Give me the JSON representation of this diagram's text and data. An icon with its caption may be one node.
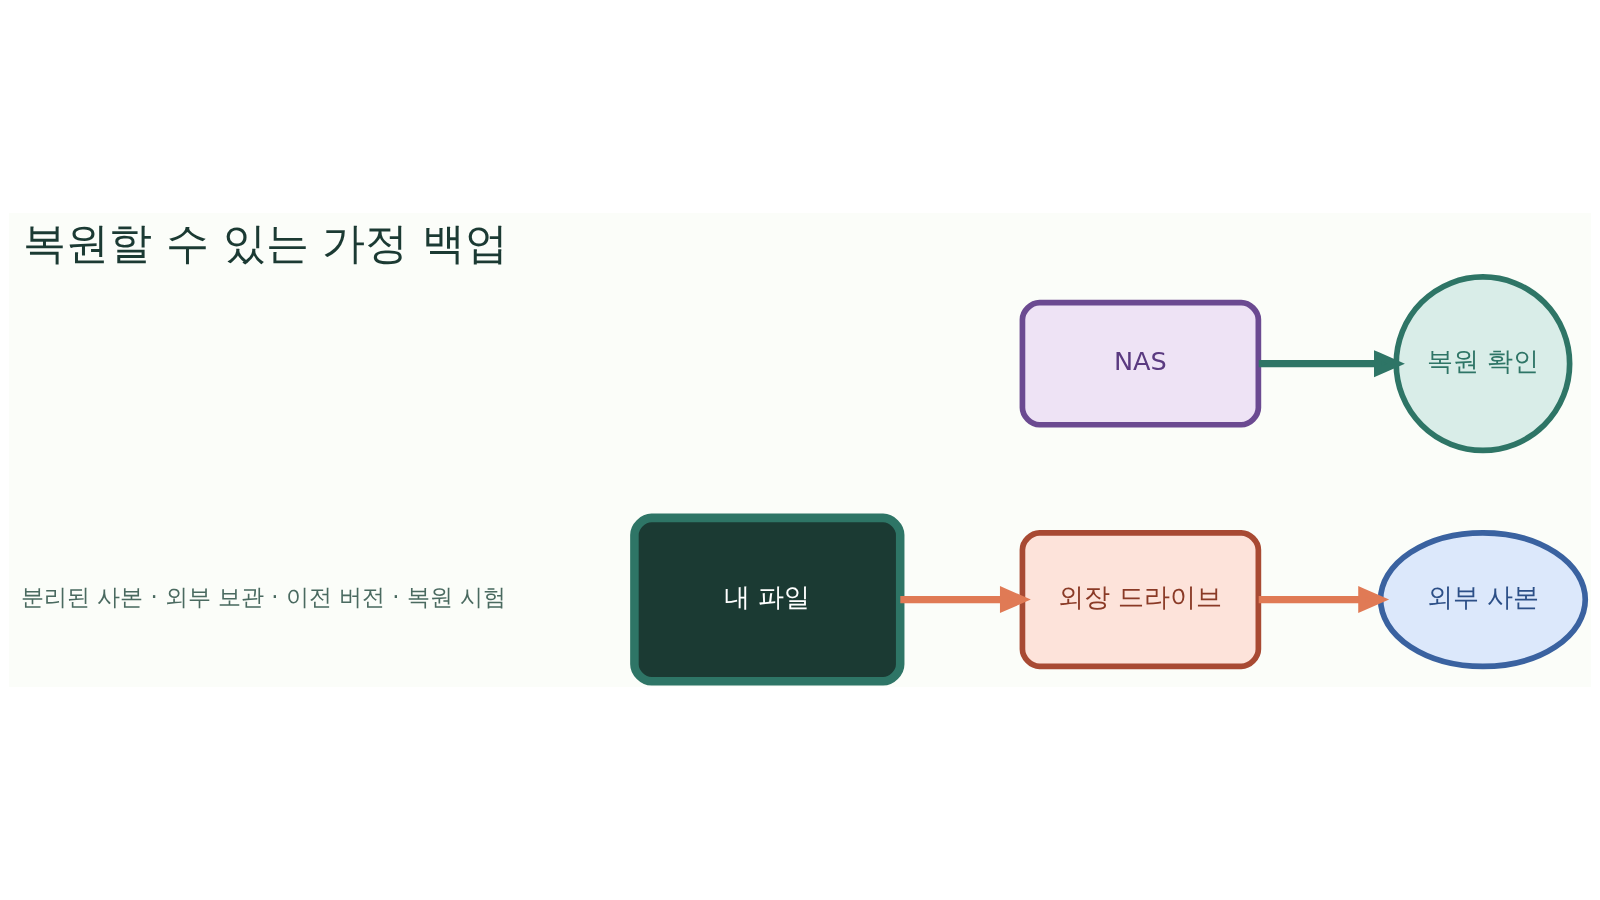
{
  "diagram": {
    "title": "복원할 수 있는 가정 백업",
    "nodes": [
      {
        "text": [
          "내 파일"
        ]
      },
      {
        "text": [
          "외장 드라이브"
        ]
      },
      {
        "text": [
          "외부 사본"
        ]
      },
      {
        "text": [
          "NAS"
        ]
      },
      {
        "text": [
          "복원 확인"
        ]
      }
    ],
    "edges": [
      {
        "from": 0,
        "to": 1,
        "arrow": "to"
      },
      {
        "from": 1,
        "to": 2,
        "arrow": "to"
      },
      {
        "from": 3,
        "to": 4,
        "arrow": "to",
        "color": "#2e7566"
      }
    ],
    "labels": [
      "분리된 사본 · 외부 보관 · 이전 버전 · 복원 시험"
    ]
  }
}
